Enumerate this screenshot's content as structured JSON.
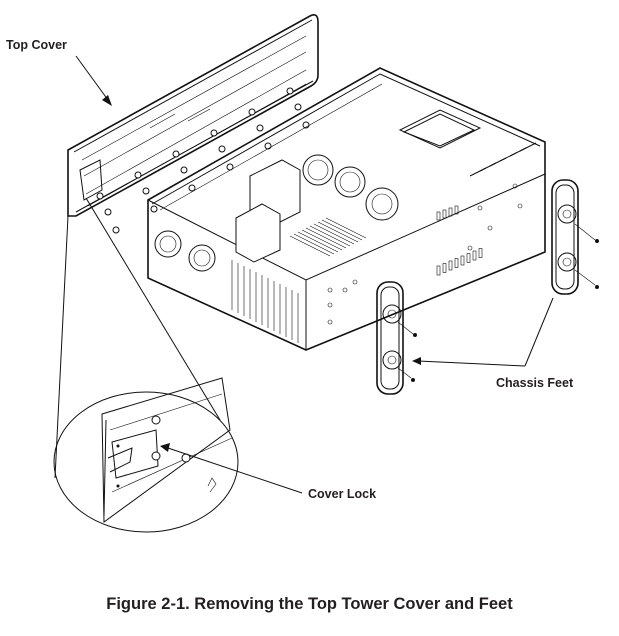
{
  "figure": {
    "caption": "Figure 2-1. Removing the Top Tower Cover and Feet",
    "callouts": {
      "top_cover": "Top Cover",
      "chassis_feet": "Chassis Feet",
      "cover_lock": "Cover Lock"
    },
    "illustration": {
      "subject": "server-tower-chassis-exploded-view",
      "parts": [
        "top-cover",
        "chassis",
        "chassis-foot",
        "chassis-foot",
        "cover-lock-detail"
      ],
      "line_color": "#111111",
      "background": "#ffffff"
    }
  }
}
